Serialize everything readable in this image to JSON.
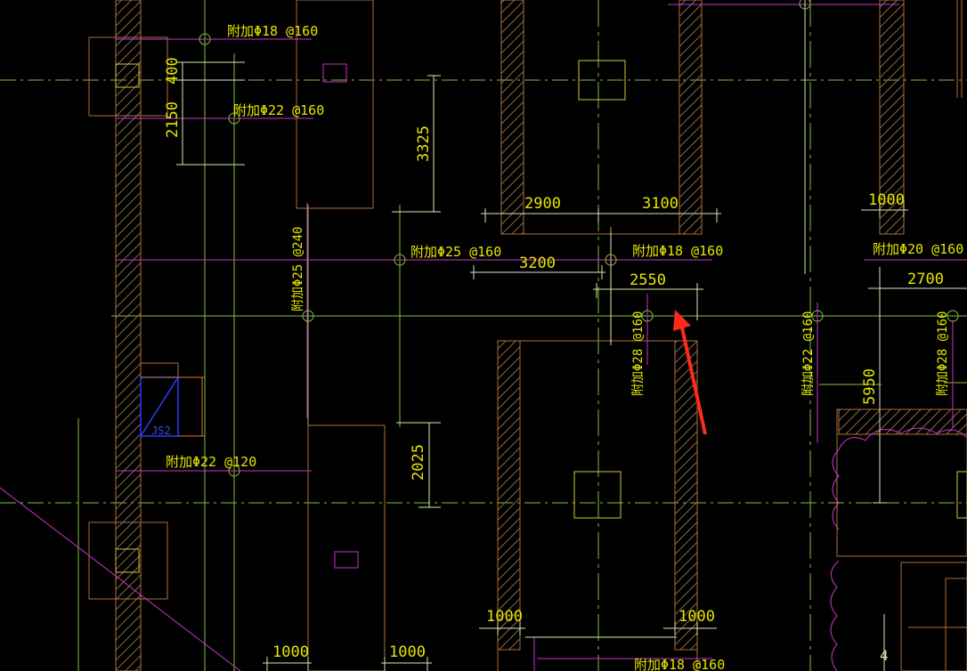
{
  "rebar_labels": {
    "r1": "附加Φ18 @160",
    "r2": "附加Φ22 @160",
    "r3": "附加Φ25 @160",
    "r4": "附加Φ18 @160",
    "r5": "附加Φ20 @160",
    "r6": "附加Φ22 @120",
    "r7": "附加Φ25 @240",
    "r8": "附加Φ28 @160",
    "r9": "附加Φ22 @160",
    "r10": "附加Φ28 @160",
    "r11": "附加Φ18 @160"
  },
  "dimensions": {
    "d400": "400",
    "d2150": "2150",
    "d3325": "3325",
    "d2900": "2900",
    "d3100": "3100",
    "d1000_tr": "1000",
    "d3200": "3200",
    "d2550": "2550",
    "d2700": "2700",
    "d5950": "5950",
    "d2025": "2025",
    "d1000_bl1": "1000",
    "d1000_bl2": "1000",
    "d1000_bm1": "1000",
    "d1000_bm2": "1000"
  },
  "marks": {
    "block_tag": "JS2",
    "grid_number": "4"
  },
  "colors": {
    "background": "#000000",
    "axis_line": "#7fbf3f",
    "rebar_line": "#cc33cc",
    "outline": "#b0703a",
    "dim_line": "#d8e7b0",
    "text": "#e6e600",
    "annotation_arrow": "#ff2a1a",
    "block_blue": "#2a3cff"
  }
}
